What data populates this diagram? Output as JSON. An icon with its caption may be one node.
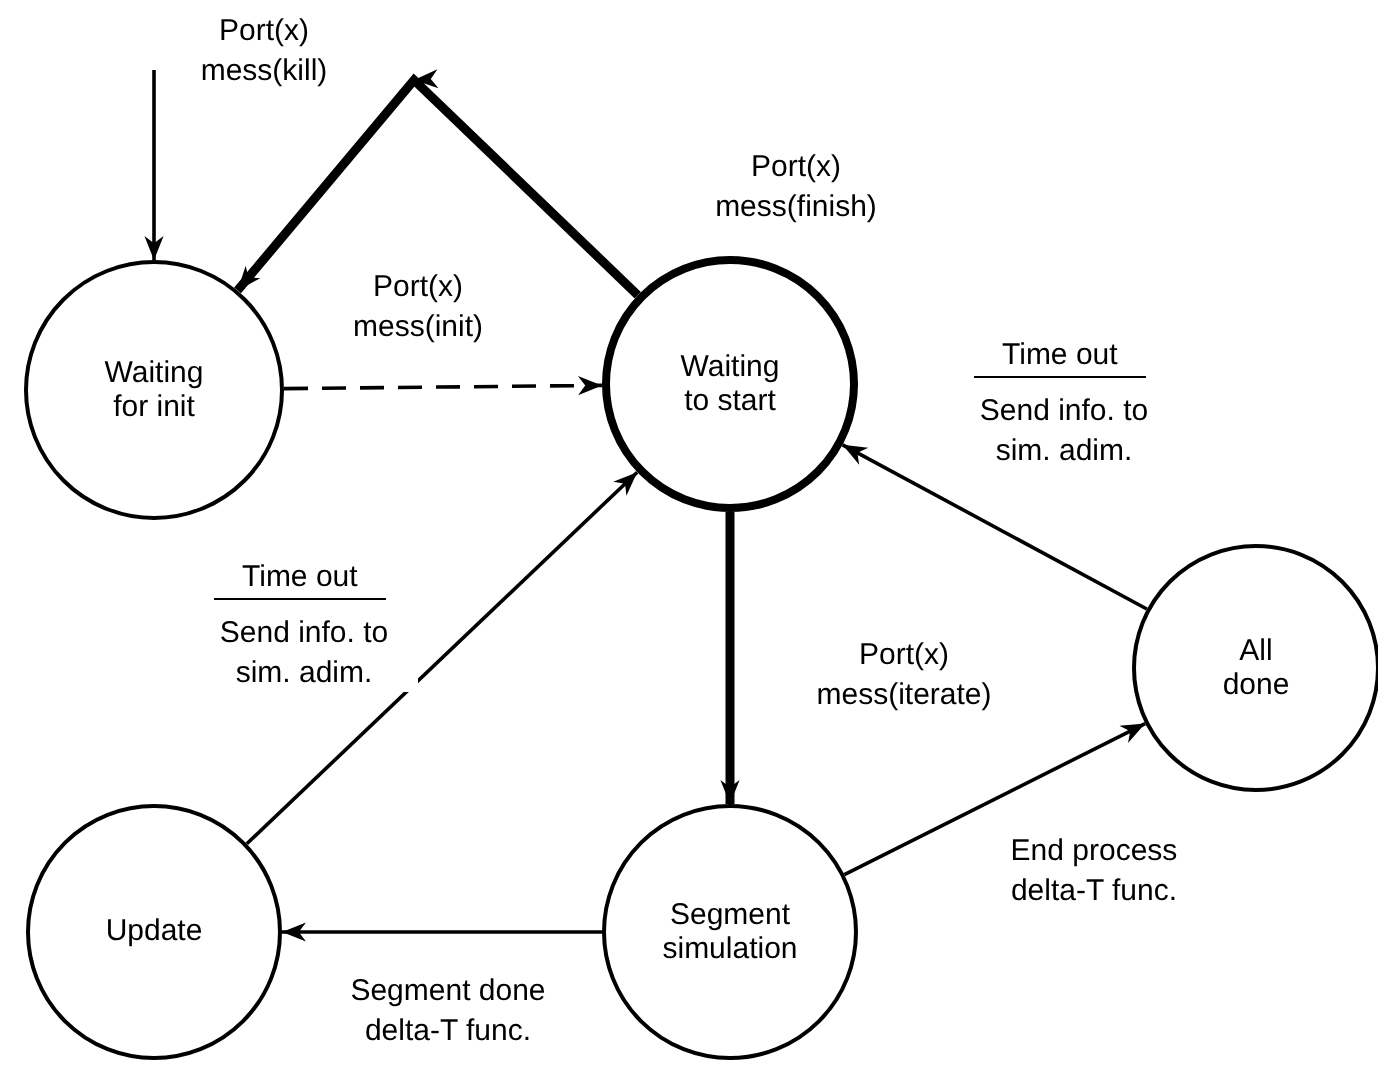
{
  "diagram": {
    "nodes": [
      {
        "text": [
          "Waiting for init"
        ]
      },
      {
        "text": [
          "Waiting to start"
        ]
      },
      {
        "text": [
          "All done"
        ]
      },
      {
        "text": [
          "Update"
        ]
      },
      {
        "text": [
          "Segment simulation"
        ]
      }
    ],
    "edges": [
      {
        "from": null,
        "to": 0,
        "arrow": "to",
        "label": "Port(x) mess(kill)"
      },
      {
        "from": 1,
        "to": 0,
        "arrow": "to",
        "style": "thick",
        "label": "Port(x) mess(finish)"
      },
      {
        "from": 0,
        "to": 1,
        "arrow": "to",
        "style": "dashed",
        "label": "Port(x) mess(init)"
      },
      {
        "from": 1,
        "to": 4,
        "arrow": "to",
        "style": "thick",
        "label": "Port(x) mess(iterate)"
      },
      {
        "from": 4,
        "to": 3,
        "arrow": "to",
        "label": "Segment done delta-T func."
      },
      {
        "from": 4,
        "to": 2,
        "arrow": "to",
        "label": "End process delta-T func."
      },
      {
        "from": 2,
        "to": 1,
        "arrow": "to",
        "label": "Time out"
      },
      {
        "from": 3,
        "to": 1,
        "arrow": "to",
        "label": "Time out"
      }
    ],
    "labels": [
      "Send info. to sim. adim.",
      "Send info. to sim. adim."
    ]
  }
}
